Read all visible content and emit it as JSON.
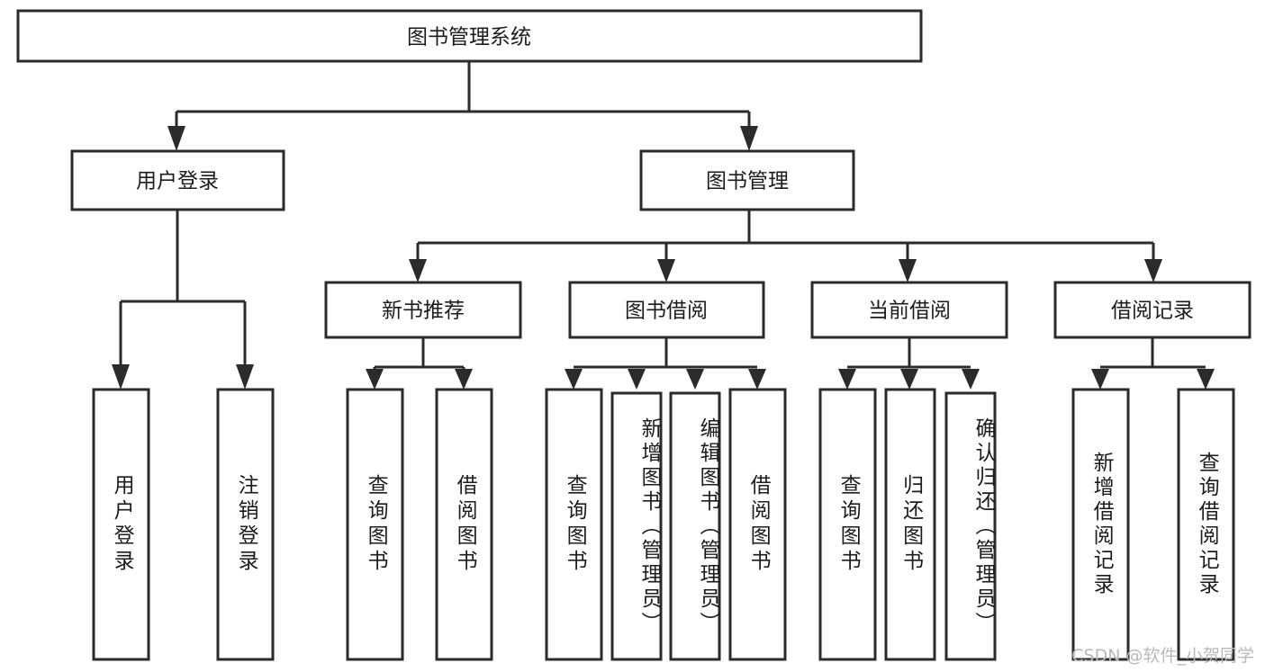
{
  "diagram": {
    "type": "tree-hierarchy",
    "title": "图书管理系统",
    "orientation": "top-down",
    "colors": {
      "box_stroke": "#2b2b2b",
      "box_fill": "#ffffff",
      "connector": "#2b2b2b",
      "text": "#1c1c1c",
      "background": "#ffffff",
      "watermark": "#b9b9b9"
    },
    "nodes": {
      "root": {
        "label": "图书管理系统"
      },
      "level2": [
        {
          "id": "user-login",
          "label": "用户登录"
        },
        {
          "id": "book-management",
          "label": "图书管理"
        }
      ],
      "level3": [
        {
          "id": "new-book-recommend",
          "label": "新书推荐"
        },
        {
          "id": "book-borrow",
          "label": "图书借阅"
        },
        {
          "id": "current-borrow",
          "label": "当前借阅"
        },
        {
          "id": "borrow-record",
          "label": "借阅记录"
        }
      ],
      "leaves": {
        "user-login": [
          {
            "id": "leaf-user-login",
            "label": "用户登录"
          },
          {
            "id": "leaf-user-logout",
            "label": "注销登录"
          }
        ],
        "new-book-recommend": [
          {
            "id": "leaf-query-book-1",
            "label": "查询图书"
          },
          {
            "id": "leaf-borrow-book-1",
            "label": "借阅图书"
          }
        ],
        "book-borrow": [
          {
            "id": "leaf-query-book-2",
            "label": "查询图书"
          },
          {
            "id": "leaf-add-book",
            "label": "新增图书（管理员）"
          },
          {
            "id": "leaf-edit-book",
            "label": "编辑图书（管理员）"
          },
          {
            "id": "leaf-borrow-book-2",
            "label": "借阅图书"
          }
        ],
        "current-borrow": [
          {
            "id": "leaf-query-book-3",
            "label": "查询图书"
          },
          {
            "id": "leaf-return-book",
            "label": "归还图书"
          },
          {
            "id": "leaf-confirm-return",
            "label": "确认归还（管理员）"
          }
        ],
        "borrow-record": [
          {
            "id": "leaf-add-record",
            "label": "新增借阅记录"
          },
          {
            "id": "leaf-query-record",
            "label": "查询借阅记录"
          }
        ]
      }
    },
    "watermark": "CSDN @软件_小贺同学"
  }
}
